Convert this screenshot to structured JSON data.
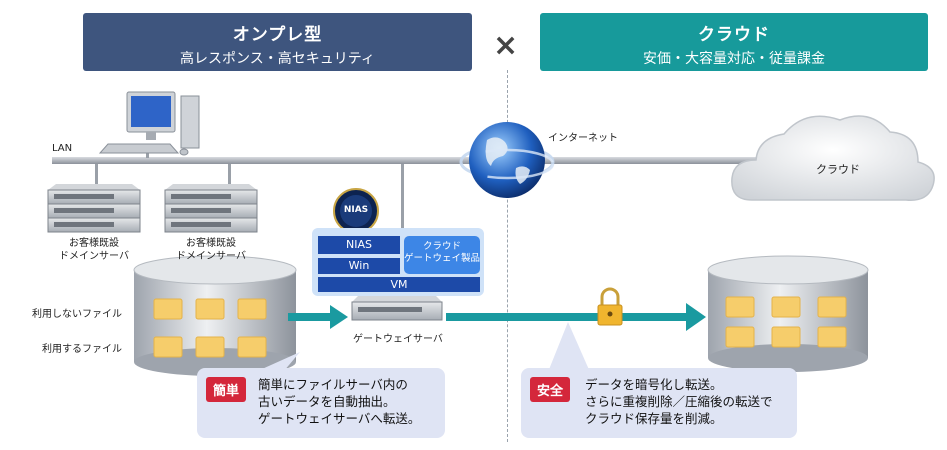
{
  "header_left": {
    "title": "オンプレ型",
    "subtitle": "高レスポンス・高セキュリティ"
  },
  "header_right": {
    "title": "クラウド",
    "subtitle": "安価・大容量対応・従量課金"
  },
  "vs_symbol": "×",
  "labels": {
    "lan": "LAN",
    "internet": "インターネット",
    "cloud": "クラウド",
    "domain_server_1": "お客様既設\nドメインサーバ",
    "domain_server_2": "お客様既設\nドメインサーバ",
    "unused_files": "利用しないファイル",
    "used_files": "利用するファイル",
    "gateway_server": "ゲートウェイサーバ"
  },
  "nias_logo_text": "NIAS",
  "stack": {
    "nias": "NIAS",
    "win": "Win",
    "cloud_gateway": "クラウド\nゲートウェイ製品",
    "vm": "VM"
  },
  "callout_left": {
    "badge": "簡単",
    "lines": [
      "簡単にファイルサーバ内の",
      "古いデータを自動抽出。",
      "ゲートウェイサーバへ転送。"
    ]
  },
  "callout_right": {
    "badge": "安全",
    "lines": [
      "データを暗号化し転送。",
      "さらに重複削除／圧縮後の転送で",
      "クラウド保存量を削減。"
    ]
  },
  "colors": {
    "navy": "#3e557e",
    "teal": "#179a9b",
    "arrow": "#1a9aa0",
    "badge_red": "#d4273b",
    "stack_blue": "#1d4aa8"
  }
}
